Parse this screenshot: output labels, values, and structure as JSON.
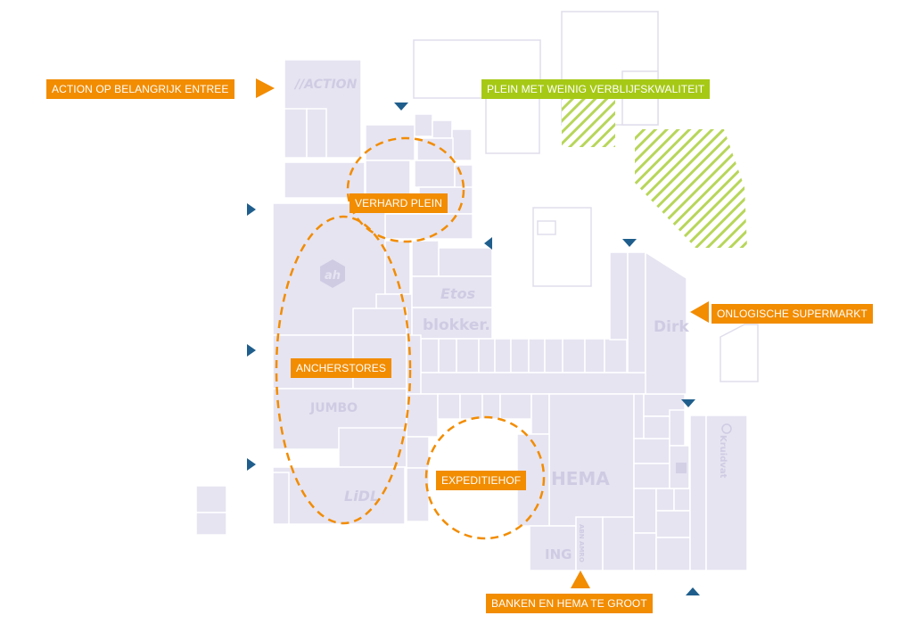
{
  "colors": {
    "building": "#e6e4f1",
    "building_line": "#ffffff",
    "brand_text": "#cfcbe3",
    "outline": "#e0ddec",
    "orange": "#f28c00",
    "green": "#a6c916",
    "hatch": "#b8d65a",
    "entrance": "#1f5e8c"
  },
  "callouts": {
    "action_entree": "ACTION OP BELANGRIJK ENTREE",
    "plein": "PLEIN MET WEINIG VERBLIJFSKWALITEIT",
    "verhard_plein": "VERHARD PLEIN",
    "onlogische_supermarkt": "ONLOGISCHE SUPERMARKT",
    "ancherstores": "ANCHERSTORES",
    "expeditiehof": "EXPEDITIEHOF",
    "banken_hema": "BANKEN EN HEMA TE GROOT"
  },
  "stores": {
    "action": "//ACTION",
    "etos": "Etos",
    "blokker": "blokker.",
    "dirk": "Dirk",
    "jumbo": "JUMBO",
    "lidl": "LiDL",
    "hema": "HEMA",
    "ing": "ING",
    "abn_amro": "ABN AMRO",
    "kruidvat": "Kruidvat",
    "albert_heijn_icon": "albert-heijn-icon"
  },
  "entrance_icons": "triangle-arrow-icon"
}
